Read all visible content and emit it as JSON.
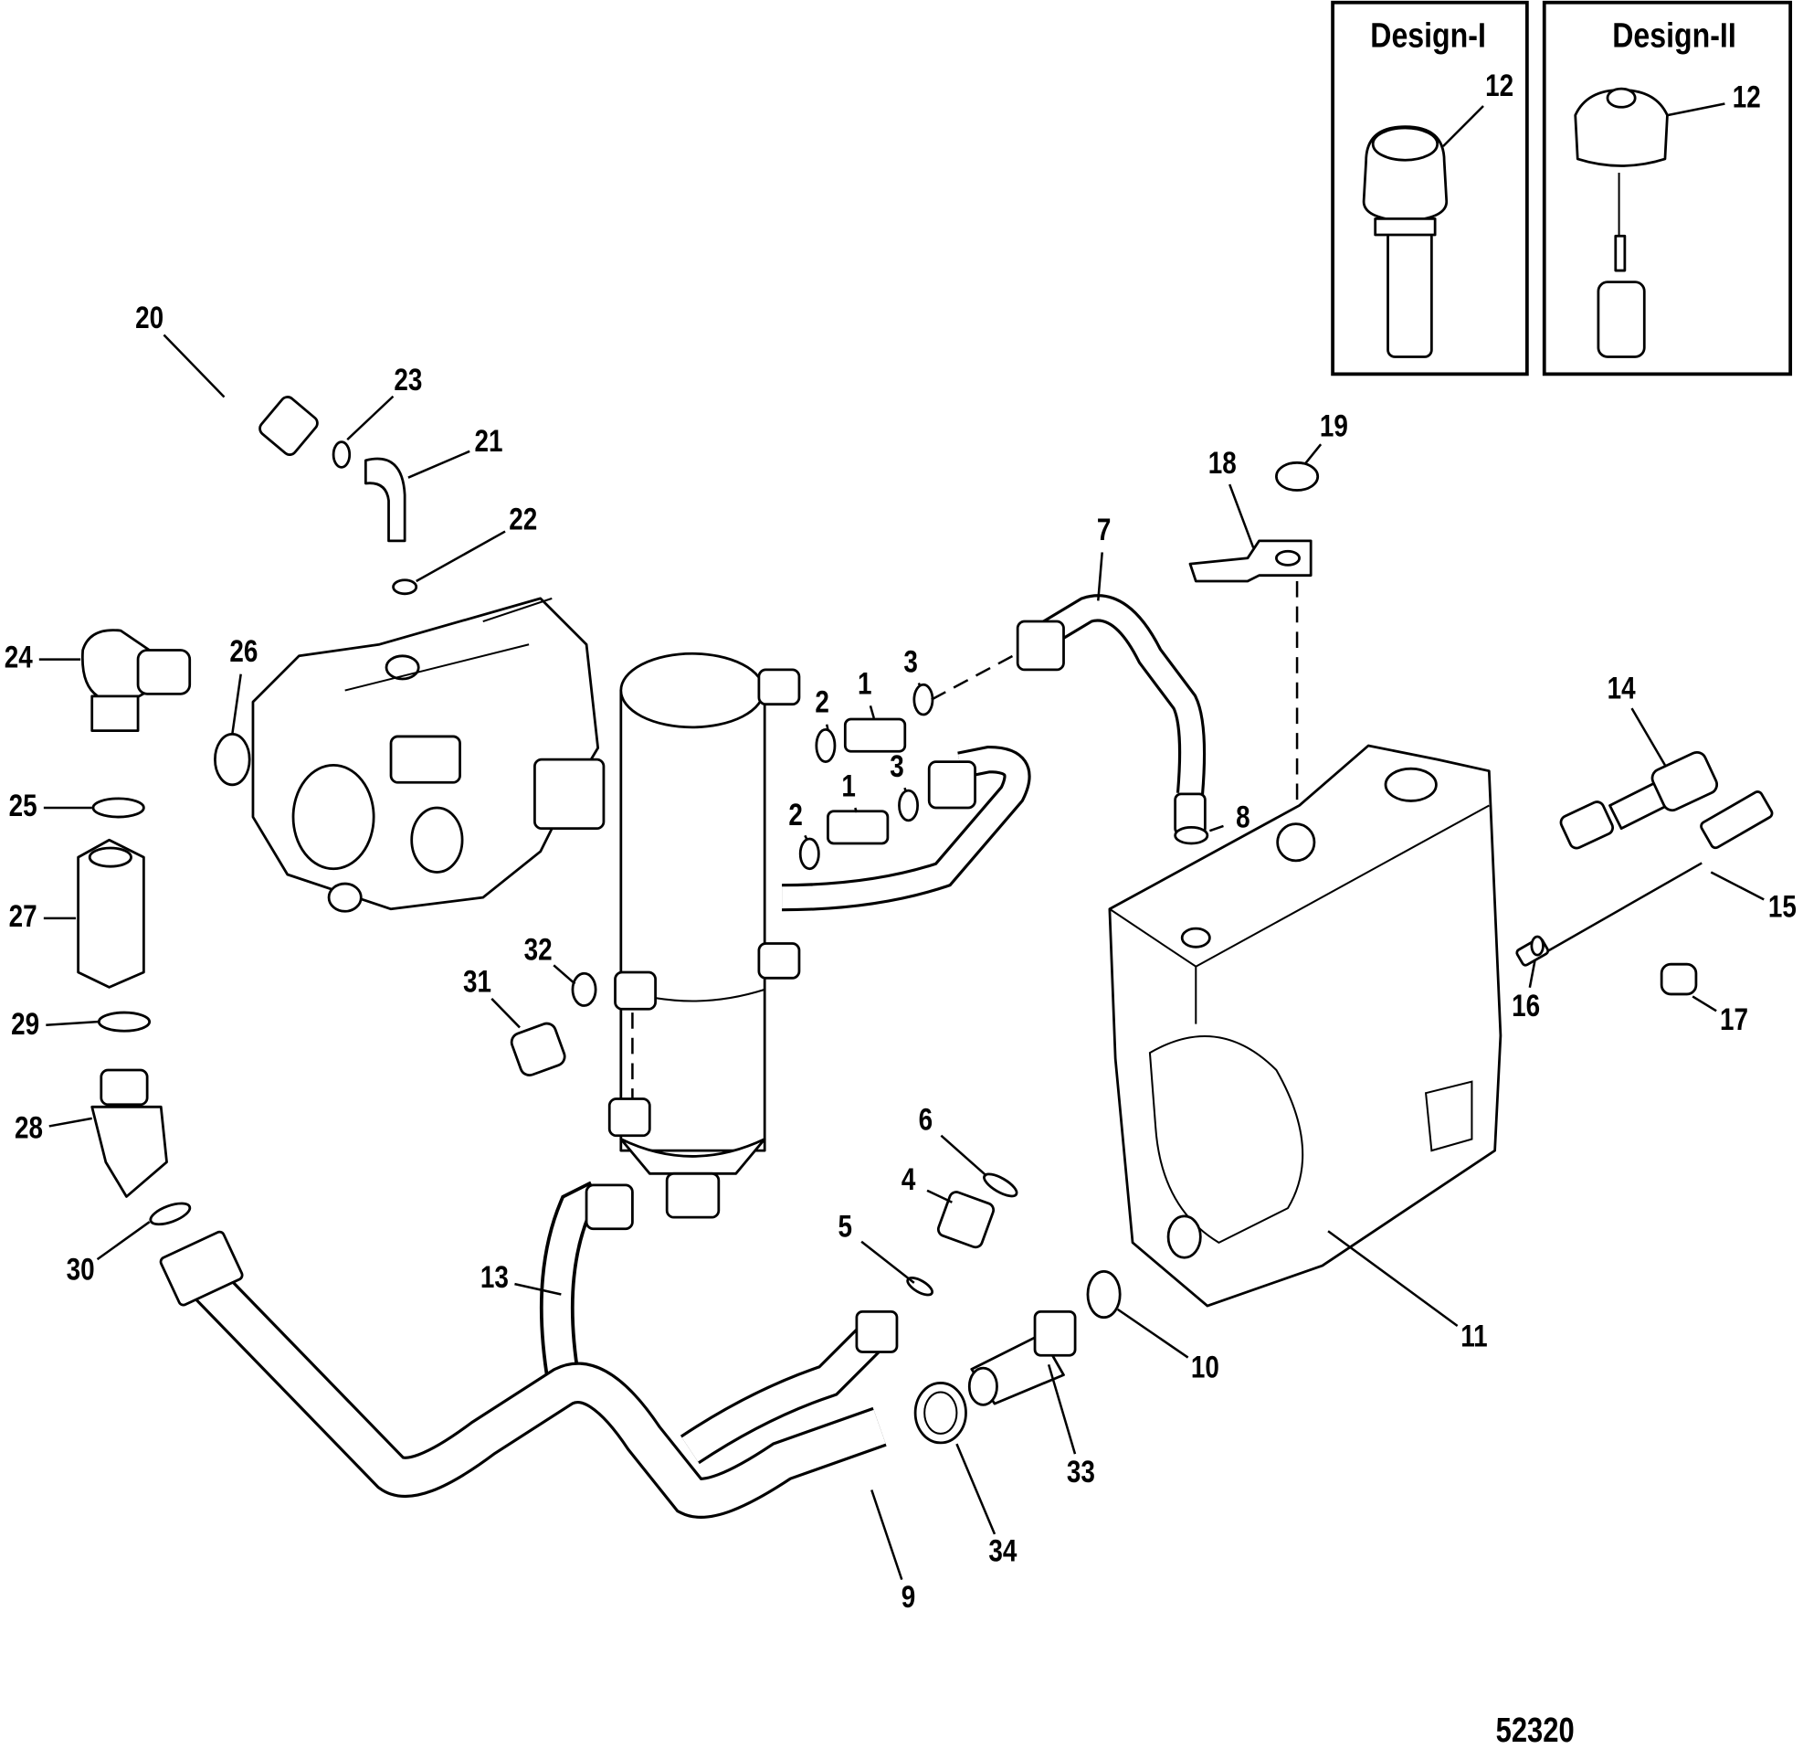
{
  "diagram": {
    "figure_number": "52320",
    "insets": [
      {
        "title": "Design-I",
        "callout": "12"
      },
      {
        "title": "Design-II",
        "callout": "12"
      }
    ],
    "callouts": [
      "20",
      "23",
      "21",
      "22",
      "24",
      "26",
      "25",
      "27",
      "29",
      "28",
      "30",
      "2",
      "1",
      "3",
      "3",
      "1",
      "2",
      "7",
      "18",
      "19",
      "8",
      "14",
      "15",
      "16",
      "17",
      "11",
      "10",
      "33",
      "34",
      "9",
      "13",
      "5",
      "4",
      "6",
      "31",
      "32"
    ]
  }
}
